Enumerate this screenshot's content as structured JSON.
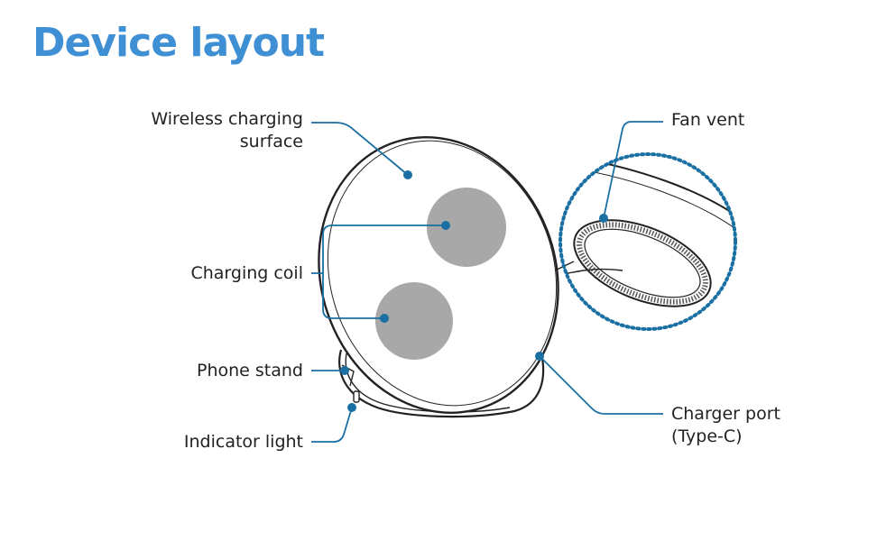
{
  "title": "Device layout",
  "labels": {
    "wireless_surface_line1": "Wireless charging",
    "wireless_surface_line2": "surface",
    "charging_coil": "Charging coil",
    "phone_stand": "Phone stand",
    "indicator_light": "Indicator light",
    "fan_vent": "Fan vent",
    "charger_port_line1": "Charger port",
    "charger_port_line2": "(Type-C)"
  },
  "colors": {
    "title": "#3e8fd4",
    "callout": "#1a6fa3",
    "coil": "#a8a8a8",
    "outline": "#222222"
  }
}
